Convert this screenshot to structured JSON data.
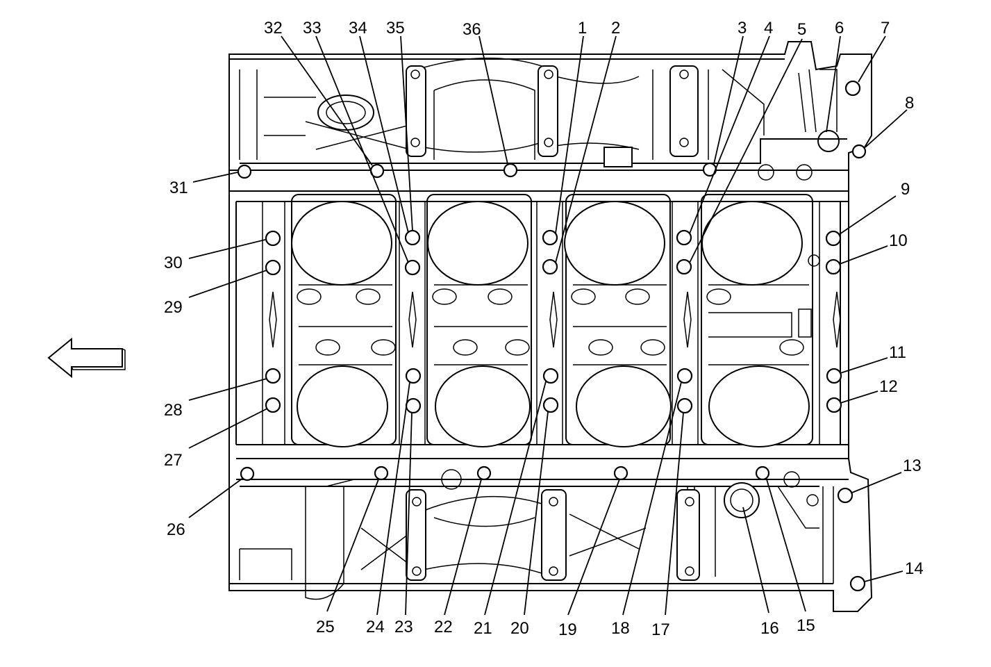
{
  "diagram": {
    "callouts": [
      {
        "id": "1",
        "text": "1"
      },
      {
        "id": "2",
        "text": "2"
      },
      {
        "id": "3",
        "text": "3"
      },
      {
        "id": "4",
        "text": "4"
      },
      {
        "id": "5",
        "text": "5"
      },
      {
        "id": "6",
        "text": "6"
      },
      {
        "id": "7",
        "text": "7"
      },
      {
        "id": "8",
        "text": "8"
      },
      {
        "id": "9",
        "text": "9"
      },
      {
        "id": "10",
        "text": "10"
      },
      {
        "id": "11",
        "text": "11"
      },
      {
        "id": "12",
        "text": "12"
      },
      {
        "id": "13",
        "text": "13"
      },
      {
        "id": "14",
        "text": "14"
      },
      {
        "id": "15",
        "text": "15"
      },
      {
        "id": "16",
        "text": "16"
      },
      {
        "id": "17",
        "text": "17"
      },
      {
        "id": "18",
        "text": "18"
      },
      {
        "id": "19",
        "text": "19"
      },
      {
        "id": "20",
        "text": "20"
      },
      {
        "id": "21",
        "text": "21"
      },
      {
        "id": "22",
        "text": "22"
      },
      {
        "id": "23",
        "text": "23"
      },
      {
        "id": "24",
        "text": "24"
      },
      {
        "id": "25",
        "text": "25"
      },
      {
        "id": "26",
        "text": "26"
      },
      {
        "id": "27",
        "text": "27"
      },
      {
        "id": "28",
        "text": "28"
      },
      {
        "id": "29",
        "text": "29"
      },
      {
        "id": "30",
        "text": "30"
      },
      {
        "id": "31",
        "text": "31"
      },
      {
        "id": "32",
        "text": "32"
      },
      {
        "id": "33",
        "text": "33"
      },
      {
        "id": "34",
        "text": "34"
      },
      {
        "id": "35",
        "text": "35"
      },
      {
        "id": "36",
        "text": "36"
      }
    ],
    "direction_arrow": "left-arrow-icon"
  }
}
